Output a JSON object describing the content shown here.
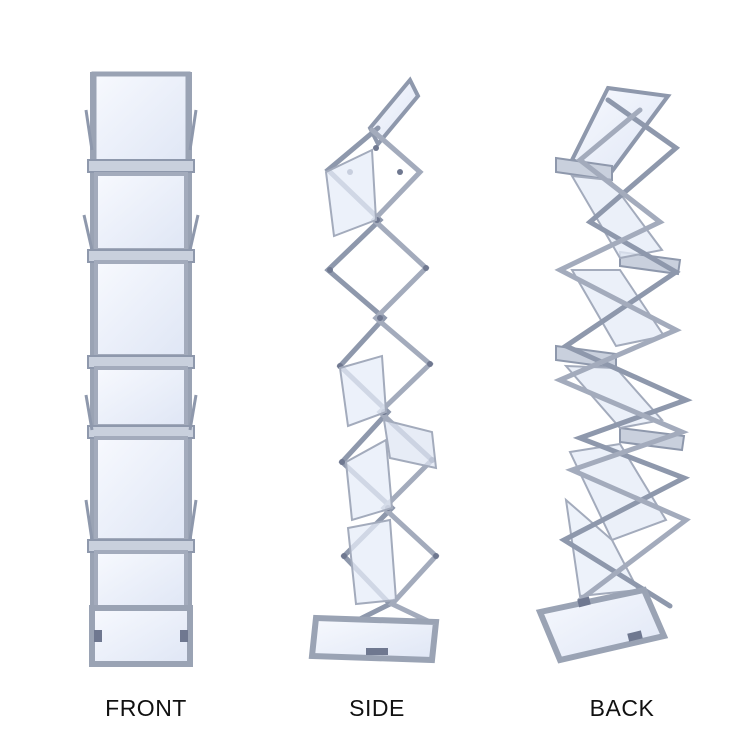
{
  "views": [
    {
      "id": "front",
      "label": "FRONT"
    },
    {
      "id": "side",
      "label": "SIDE"
    },
    {
      "id": "back",
      "label": "BACK"
    }
  ],
  "colors": {
    "frame": "#9aa3b4",
    "frame_dark": "#6f7890",
    "panel": "#eef2fb",
    "panel_shade": "#d6deef",
    "background": "#ffffff",
    "label_text": "#111111"
  }
}
